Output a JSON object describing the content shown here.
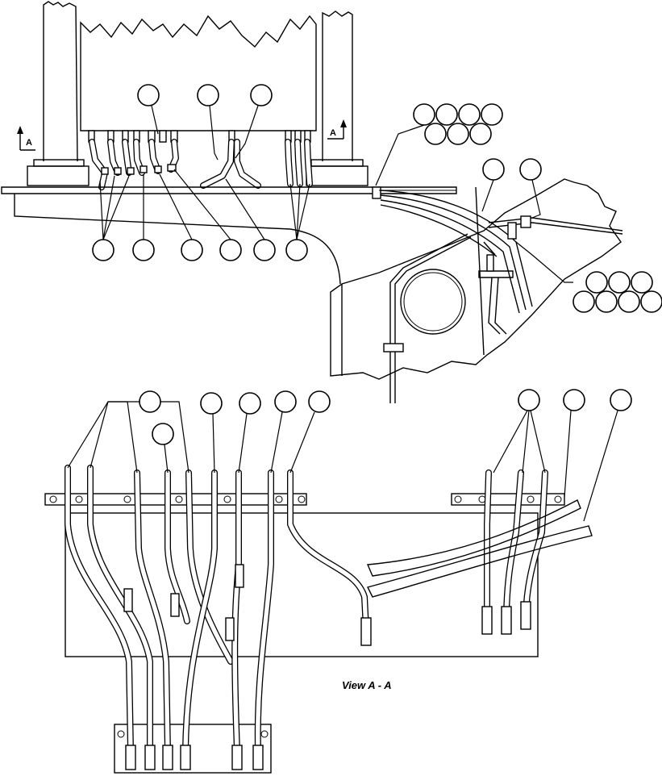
{
  "view_caption": "View A - A",
  "section_marker_left": "A",
  "section_marker_right": "A"
}
